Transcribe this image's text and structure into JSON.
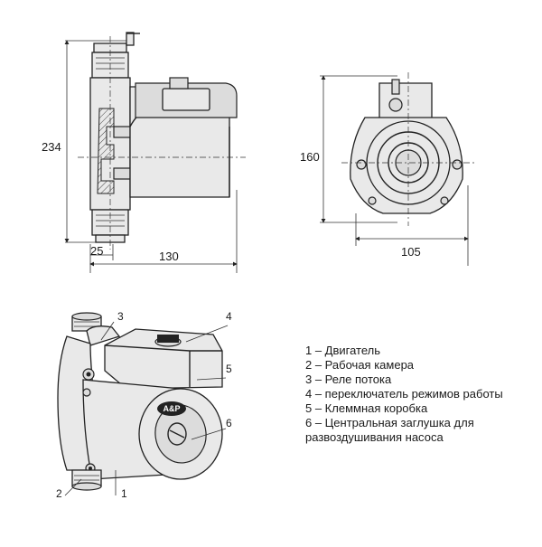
{
  "dimensions": {
    "height_side": "234",
    "port_offset": "25",
    "length_side": "130",
    "height_front": "160",
    "width_front": "105"
  },
  "callouts": [
    "1",
    "2",
    "3",
    "4",
    "5",
    "6"
  ],
  "brand_badge": "A&P",
  "legend": [
    "1 – Двигатель",
    "2 – Рабочая камера",
    "3 – Реле потока",
    "4 – переключатель режимов работы",
    "5 – Клеммная коробка",
    "6 – Центральная заглушка для развоздушивания насоса"
  ]
}
